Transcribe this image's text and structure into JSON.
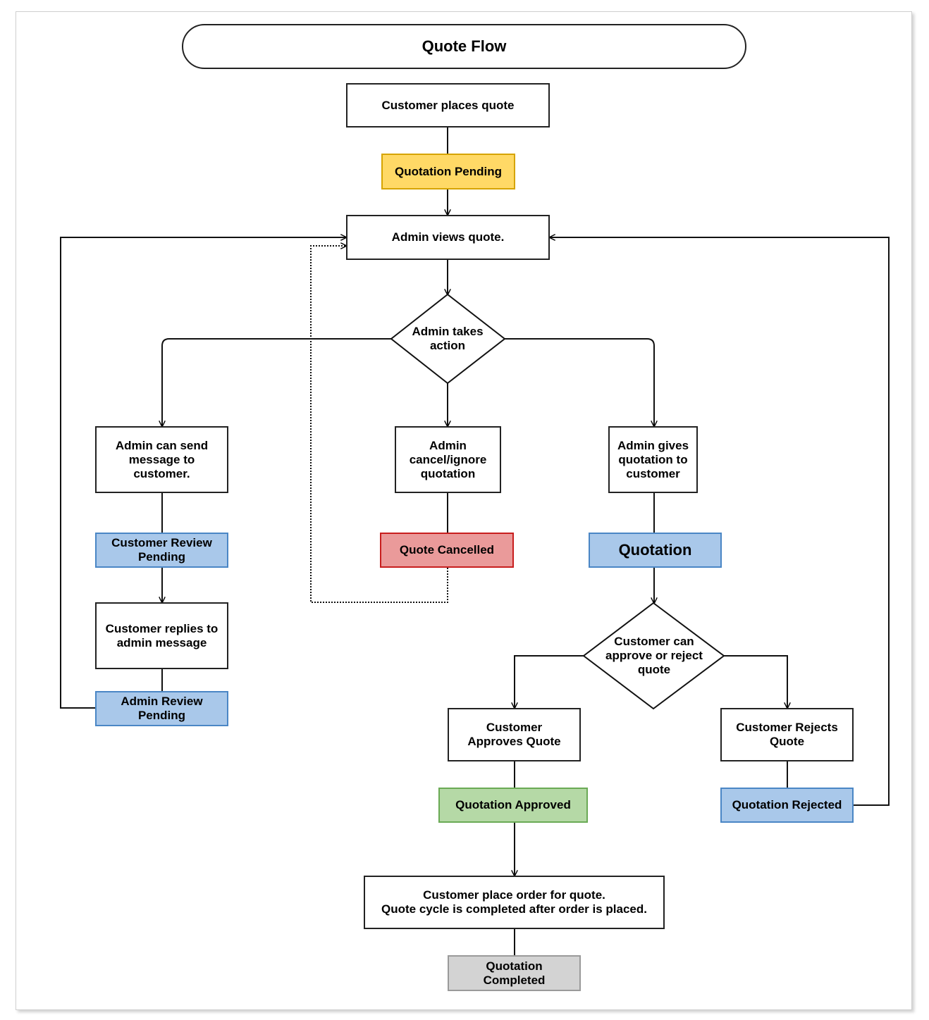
{
  "title": "Quote Flow",
  "nodes": {
    "customer_places_quote": "Customer places quote",
    "quotation_pending": "Quotation Pending",
    "admin_views_quote": "Admin views quote.",
    "admin_takes_action": "Admin takes\naction",
    "admin_send_message": "Admin can send\nmessage to\ncustomer.",
    "admin_cancel": "Admin\ncancel/ignore\nquotation",
    "admin_gives_quotation": "Admin gives\nquotation to\ncustomer",
    "customer_review_pending": "Customer Review\nPending",
    "quote_cancelled": "Quote Cancelled",
    "quotation": "Quotation",
    "customer_replies": "Customer replies to\nadmin message",
    "customer_approve_reject": "Customer can\napprove or reject\nquote",
    "admin_review_pending": "Admin Review\nPending",
    "customer_approves": "Customer\nApproves Quote",
    "customer_rejects": "Customer Rejects\nQuote",
    "quotation_approved": "Quotation Approved",
    "quotation_rejected": "Quotation Rejected",
    "customer_place_order": "Customer place order for quote.\nQuote cycle is completed after order is placed.",
    "quotation_completed": "Quotation\nCompleted"
  },
  "colors": {
    "pending_fill": "#FFD966",
    "pending_border": "#D6A400",
    "blue_fill": "#A9C8EA",
    "blue_border": "#4A86C5",
    "red_fill": "#EA9A9A",
    "red_border": "#C81E1E",
    "green_fill": "#B5D9A6",
    "green_border": "#6AAA55",
    "gray_fill": "#D3D3D3",
    "gray_border": "#9A9A9A"
  }
}
